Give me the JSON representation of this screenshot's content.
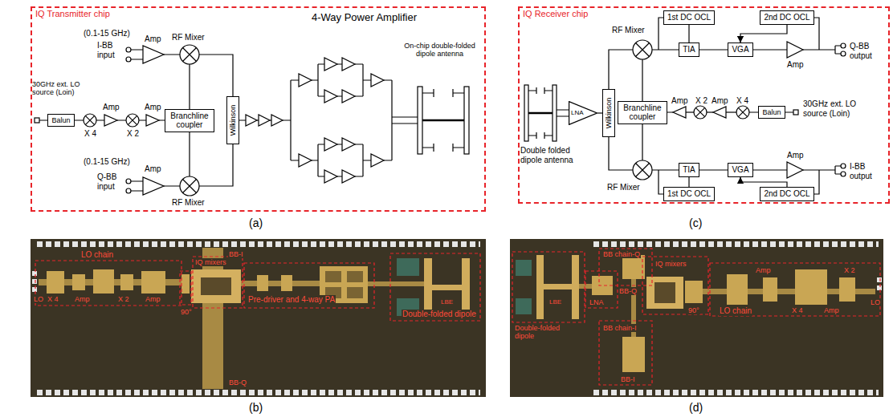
{
  "diagram": {
    "nodes": [
      {
        "text": [
          "IQ Transmitter chip"
        ]
      },
      {
        "text": [
          "Balun"
        ],
        "in": 0
      },
      {
        "text": [
          "Branchline coupler"
        ],
        "in": 0
      },
      {
        "text": [
          "Wilkinson"
        ],
        "in": 0
      },
      {
        "text": [
          "IQ Receiver chip"
        ]
      },
      {
        "text": [
          "1st DC OCL"
        ],
        "in": 4
      },
      {
        "text": [
          "2nd DC OCL"
        ],
        "in": 4
      },
      {
        "text": [
          "TIA"
        ],
        "in": 4
      },
      {
        "text": [
          "VGA"
        ],
        "in": 4
      },
      {
        "text": [
          "LNA"
        ],
        "in": 4
      },
      {
        "text": [
          "Wilkinson"
        ],
        "in": 4
      },
      {
        "text": [
          "Branchline coupler"
        ],
        "in": 4
      },
      {
        "text": [
          "Balun"
        ],
        "in": 4
      },
      {
        "text": [
          "TIA"
        ],
        "in": 4
      },
      {
        "text": [
          "VGA"
        ],
        "in": 4
      },
      {
        "text": [
          "1st DC OCL"
        ],
        "in": 4
      },
      {
        "text": [
          "2nd DC OCL"
        ],
        "in": 4
      }
    ],
    "edges": [
      {
        "from": 5,
        "to": 7,
        "arrow": "none"
      },
      {
        "from": 7,
        "to": 8,
        "arrow": "none"
      },
      {
        "from": 6,
        "to": 8,
        "arrow": "to"
      },
      {
        "from": 9,
        "to": 10,
        "arrow": "none"
      },
      {
        "from": 13,
        "to": 14,
        "arrow": "none"
      },
      {
        "from": 15,
        "to": 13,
        "arrow": "none"
      },
      {
        "from": 16,
        "to": 14,
        "arrow": "to"
      }
    ],
    "labels": [
      "(0.1-15 GHz)",
      "I-BB input",
      "Amp",
      "RF Mixer",
      "4-Way Power Amplifier",
      "On-chip double-folded dipole antenna",
      "30GHz ext. LO source (Loin)",
      "X 4",
      "Amp",
      "X 2",
      "Amp",
      "(0.1-15 GHz)",
      "Q-BB input",
      "Amp",
      "RF Mixer",
      "(a)",
      "Double folded dipole antenna",
      "RF Mixer",
      "Amp",
      "Q-BB output",
      "Amp",
      "X 2",
      "Amp",
      "X 4",
      "30GHz ext. LO source (Loin)",
      "RF Mixer",
      "Amp",
      "I-BB output",
      "(c)",
      "LO",
      "LO chain",
      "X 4",
      "Amp",
      "X 2",
      "Amp",
      "90°",
      "IQ mixers",
      "BB-I",
      "BB-Q",
      "Pre-driver and 4-way PA",
      "LBE",
      "Double-folded dipole",
      "(b)",
      "BB chain-Q",
      "BB-Q",
      "IQ mixers",
      "90°",
      "Amp",
      "X 2",
      "LNA",
      "LO chain",
      "X 4",
      "Amp",
      "LO",
      "Double-folded dipole",
      "LBE",
      "BB chain-I",
      "BB-I",
      "(d)"
    ]
  }
}
